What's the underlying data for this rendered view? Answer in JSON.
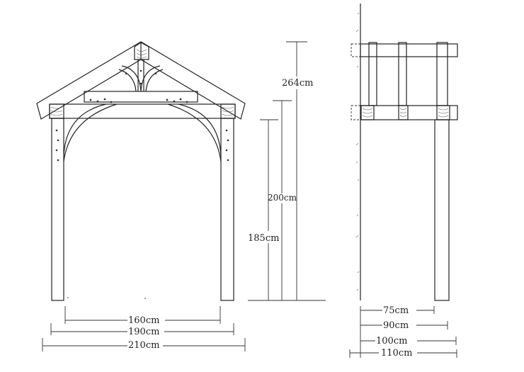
{
  "front_view": {
    "dim_inner": "160cm",
    "dim_post_outer": "190cm",
    "dim_overall": "210cm"
  },
  "height_dims": {
    "ridge_height": "264cm",
    "beam_height": "200cm",
    "clear_height": "185cm"
  },
  "side_view": {
    "dim_75": "75cm",
    "dim_90": "90cm",
    "dim_100": "100cm",
    "dim_110": "110cm"
  }
}
